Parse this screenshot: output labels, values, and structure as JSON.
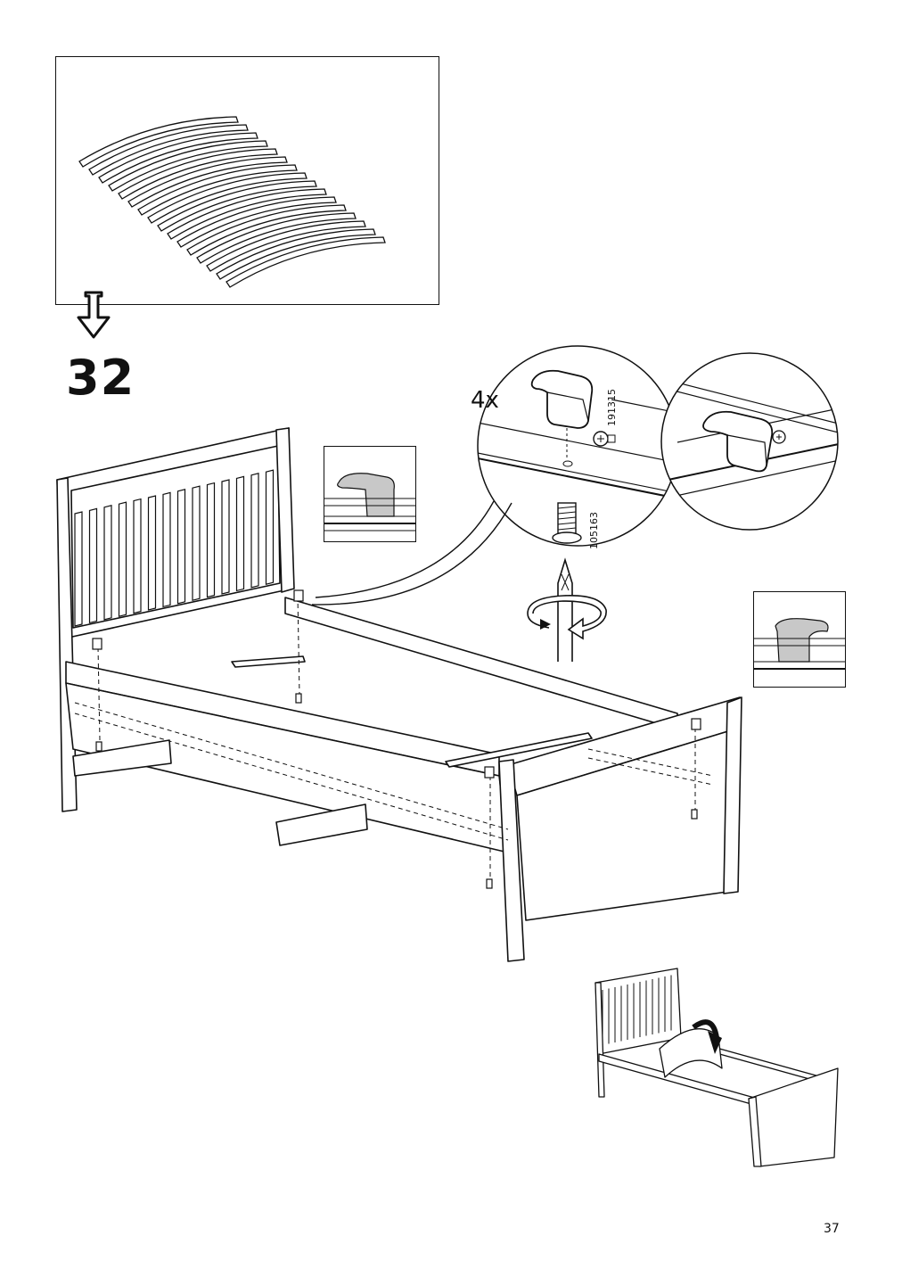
{
  "page": {
    "step_number": "32",
    "quantity_label": "4x",
    "part_codes": {
      "slat_holder": "191315",
      "screw": "105163"
    },
    "page_number": "37"
  },
  "icons": {
    "down_arrow": "hollow-down-arrow-icon",
    "screwdriver": "phillips-screwdriver-icon",
    "rotate": "clockwise-rotation-icon"
  },
  "colors": {
    "line": "#111111",
    "part_fill": "#c8c8c8"
  }
}
